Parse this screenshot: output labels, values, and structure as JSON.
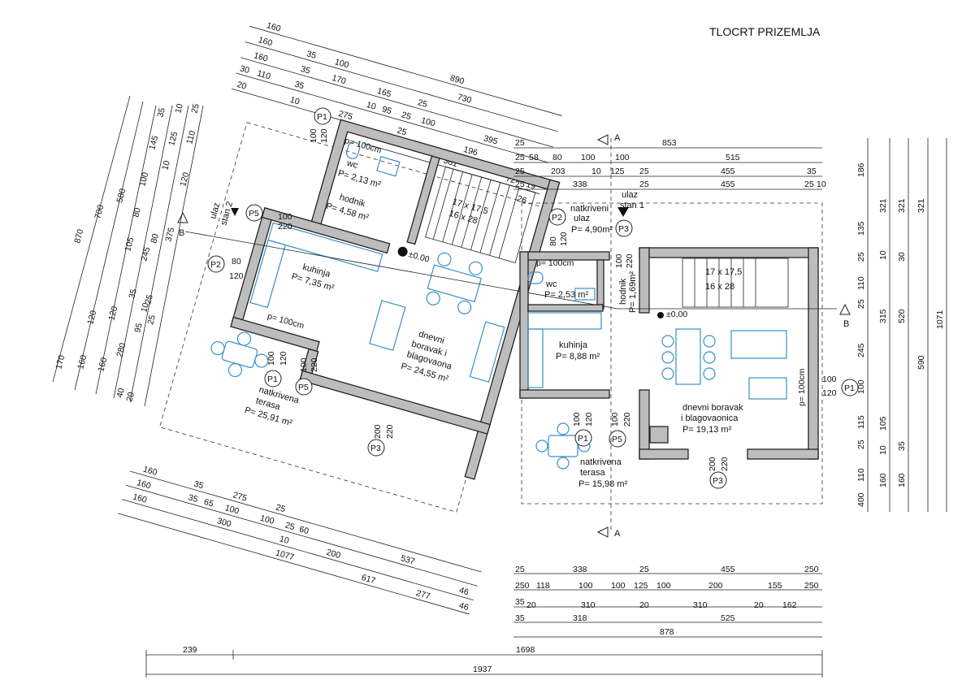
{
  "title": "TLOCRT PRIZEMLJA",
  "dims_top_left": [
    [
      "160",
      "890"
    ],
    [
      "160",
      "35",
      "100",
      "730"
    ],
    [
      "160",
      "35",
      "170",
      "165",
      "25"
    ],
    [
      "30",
      "110",
      "35",
      "10",
      "95",
      "25",
      "100",
      "395"
    ],
    [
      "20",
      "10",
      "275",
      "25",
      "196"
    ],
    [
      "361",
      "72",
      "19"
    ],
    [
      "26"
    ]
  ],
  "dims_left_vertical": [
    [
      "870",
      "170"
    ],
    [
      "700",
      "160"
    ],
    [
      "580",
      "120",
      "160"
    ],
    [
      "35",
      "145",
      "100",
      "80",
      "105",
      "120",
      "280",
      "40"
    ],
    [
      "10",
      "125",
      "10",
      "80",
      "245",
      "35",
      "95",
      "20"
    ],
    [
      "25",
      "110",
      "120",
      "375",
      "25",
      "10",
      "25"
    ]
  ],
  "dims_top_right": [
    [
      "25",
      "853"
    ],
    [
      "25",
      "58",
      "80",
      "100",
      "100",
      "515"
    ],
    [
      "25",
      "203",
      "10",
      "125",
      "25",
      "455",
      "35"
    ],
    [
      "25",
      "338",
      "25",
      "455",
      "25",
      "10"
    ]
  ],
  "dims_right_vertical": [
    [
      "186",
      "135",
      "25",
      "110",
      "25",
      "245",
      "100",
      "115",
      "25",
      "110",
      "400"
    ],
    [
      "321",
      "10",
      "315",
      "520",
      "105",
      "10",
      "160",
      "35"
    ],
    [
      "321",
      "30",
      "590",
      "160"
    ],
    [
      "321",
      "1071"
    ]
  ],
  "dims_bottom_left": [
    [
      "160",
      "35",
      "275",
      "25"
    ],
    [
      "160",
      "35",
      "65",
      "100",
      "100",
      "25",
      "60",
      "537"
    ],
    [
      "160",
      "300",
      "10",
      "200",
      "46"
    ],
    [
      "1077",
      "617",
      "277",
      "46"
    ]
  ],
  "dims_bottom_right": [
    [
      "25",
      "338",
      "25",
      "455",
      "250"
    ],
    [
      "250",
      "118",
      "100",
      "100",
      "125",
      "100",
      "200",
      "155",
      "250"
    ],
    [
      "35",
      "20",
      "310",
      "20",
      "310",
      "20",
      "162"
    ],
    [
      "35",
      "318",
      "525"
    ],
    [
      "878"
    ]
  ],
  "dims_bottom_total": [
    "239",
    "1698",
    "1937"
  ],
  "rooms": {
    "wc_left": "wc",
    "wc_left_area": "P= 2,13 m²",
    "hodnik_left": "hodnik",
    "hodnik_left_area": "P= 4,58 m²",
    "kuhinja_left": "kuhinja",
    "kuhinja_left_area": "P= 7,35 m²",
    "dnevni_left_1": "dnevni",
    "dnevni_left_2": "boravak i",
    "dnevni_left_3": "blagovaona",
    "dnevni_left_area": "P= 24,55 m²",
    "terasa_left_1": "natkrivena",
    "terasa_left_2": "terasa",
    "terasa_left_area": "P= 25,91 m²",
    "ulaz_right_1": "natkriveni",
    "ulaz_right_2": "ulaz",
    "ulaz_right_area": "P= 4,90m²",
    "wc_right": "wc",
    "wc_right_area": "P= 2,53 m²",
    "hodnik_right": "hodnik",
    "hodnik_right_area": "P= 1,69m²",
    "kuhinja_right": "kuhinja",
    "kuhinja_right_area": "P= 8,88 m²",
    "dnevni_right_1": "dnevni boravak",
    "dnevni_right_2": "i blagovaonica",
    "dnevni_right_area": "P= 19,13 m²",
    "terasa_right_1": "natkrivena",
    "terasa_right_2": "terasa",
    "terasa_right_area": "P= 15,98 m²"
  },
  "entrances": {
    "left_1": "ulaz",
    "left_2": "stan 2",
    "right_1": "ulaz",
    "right_2": "stan 1"
  },
  "stairs": {
    "left_1": "17 x 17,5",
    "left_2": "16 x 28",
    "right_1": "17 x 17,5",
    "right_2": "16 x 28"
  },
  "levels": {
    "left": "±0.00",
    "right": "±0,00"
  },
  "parapets": {
    "p100cm": "p= 100cm"
  },
  "openings": {
    "p1": "P1",
    "p2": "P2",
    "p3": "P3",
    "p5": "P5",
    "w100": "100",
    "h120": "120",
    "w80": "80",
    "w200": "200",
    "h220": "220"
  },
  "sections": {
    "a": "A",
    "b": "B"
  }
}
